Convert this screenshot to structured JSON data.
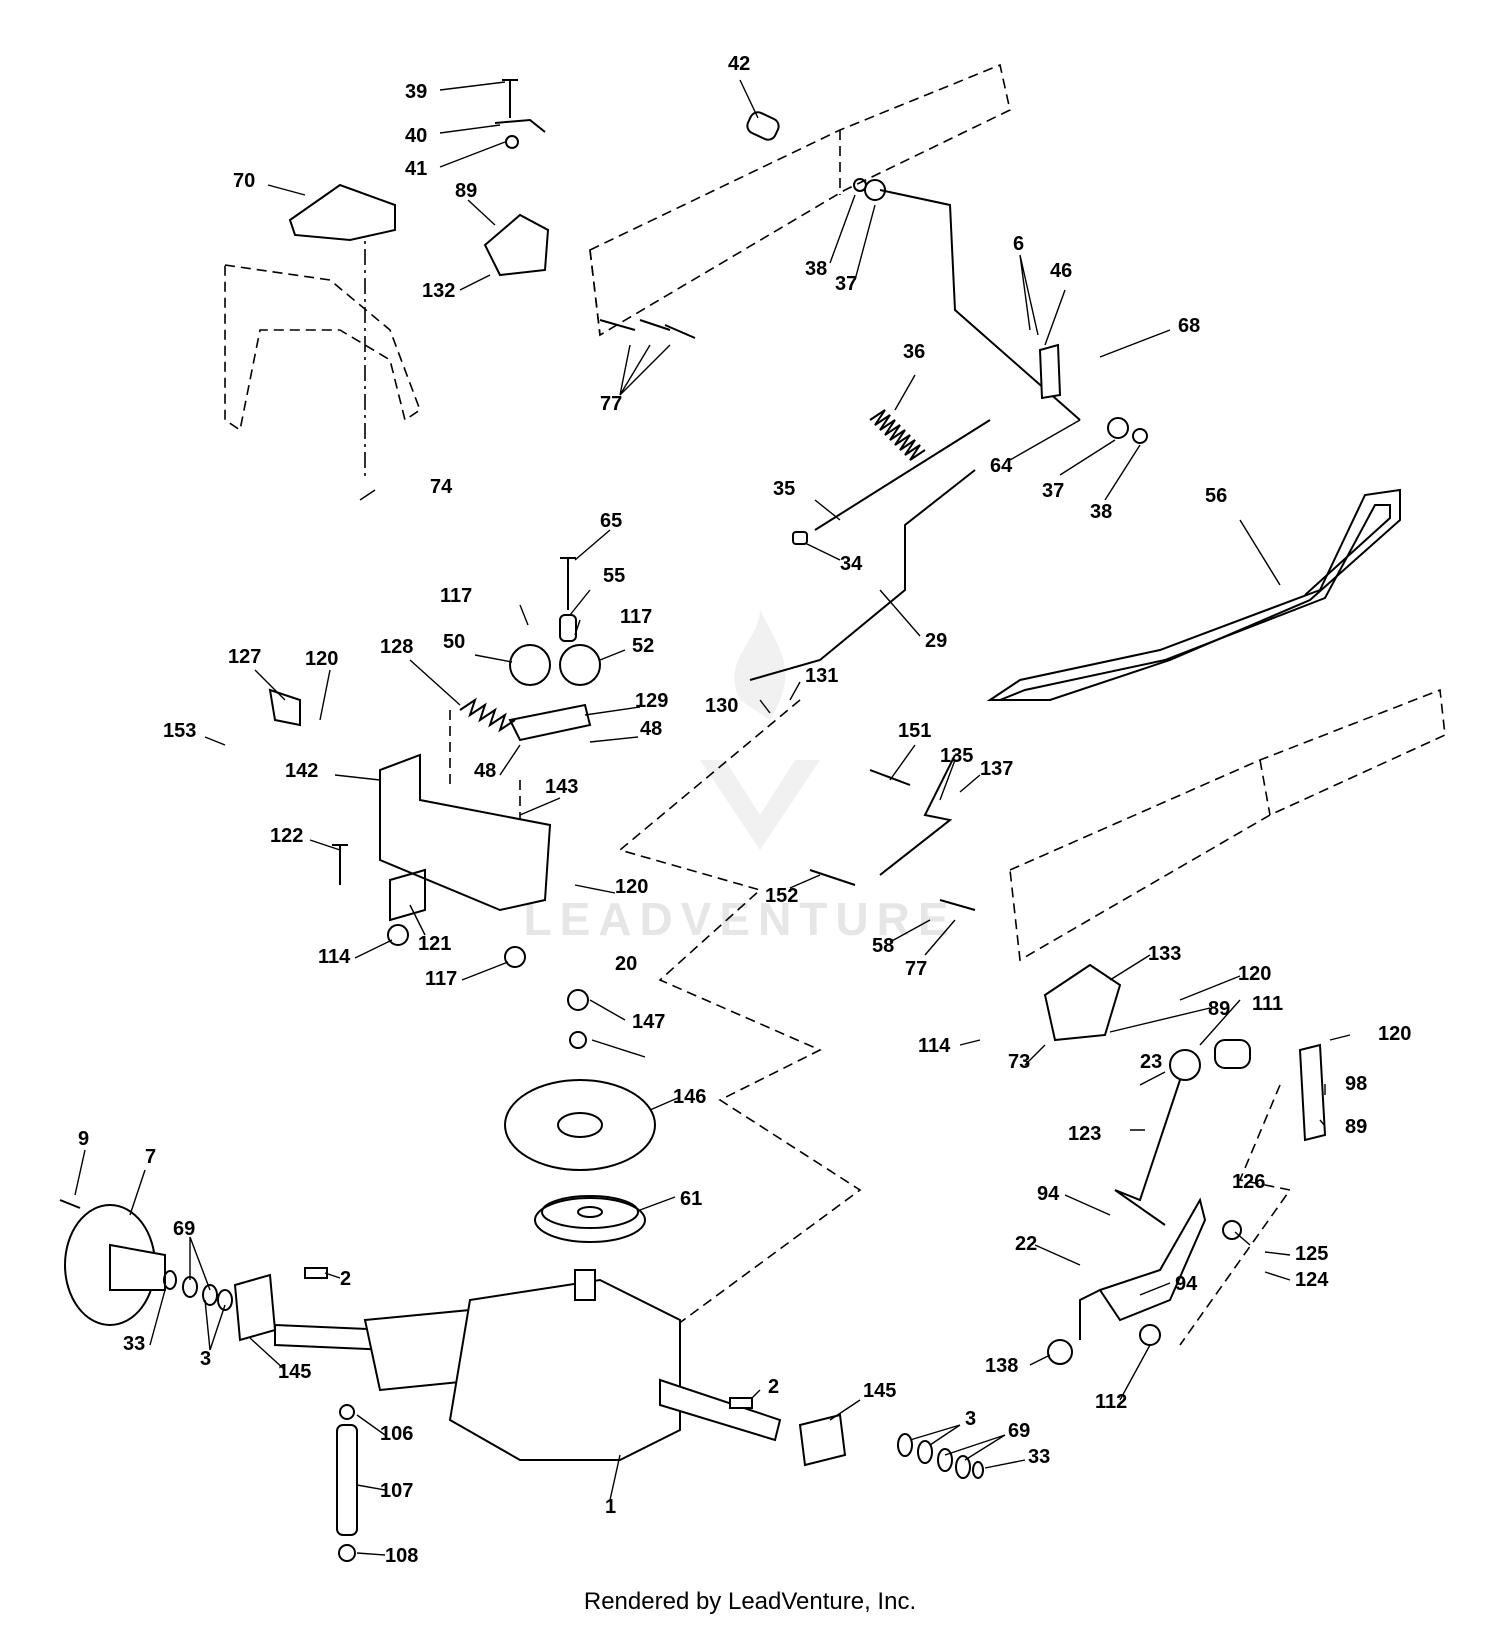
{
  "labels": [
    "39",
    "40",
    "41",
    "42",
    "70",
    "89",
    "132",
    "77",
    "38",
    "37",
    "6",
    "46",
    "68",
    "36",
    "64",
    "37",
    "38",
    "74",
    "35",
    "34",
    "65",
    "55",
    "117",
    "117",
    "50",
    "52",
    "129",
    "48",
    "48",
    "127",
    "120",
    "128",
    "153",
    "142",
    "143",
    "122",
    "120",
    "114",
    "121",
    "117",
    "29",
    "130",
    "131",
    "56",
    "151",
    "135",
    "137",
    "152",
    "58",
    "77",
    "133",
    "120",
    "89",
    "111",
    "114",
    "73",
    "20",
    "147",
    "146",
    "61",
    "23",
    "120",
    "98",
    "89",
    "123",
    "94",
    "126",
    "125",
    "124",
    "22",
    "94",
    "138",
    "112",
    "9",
    "7",
    "69",
    "2",
    "33",
    "3",
    "145",
    "2",
    "145",
    "3",
    "69",
    "33",
    "106",
    "107",
    "1",
    "108"
  ],
  "watermark": "LEADVENTURE",
  "footer": "Rendered by LeadVenture, Inc."
}
